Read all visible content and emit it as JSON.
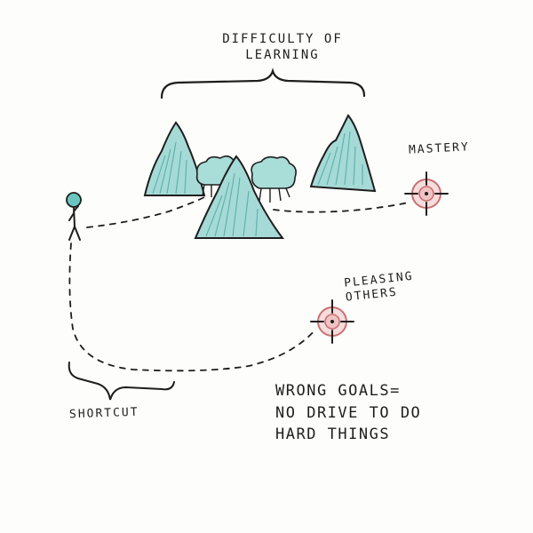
{
  "colors": {
    "ink": "#1e1e1e",
    "mountain": "#9fd6d2",
    "mountain_shade": "#5fb3ae",
    "target": "#e8b0b0",
    "target_ring": "#c97070",
    "figure_head": "#6cc6c0"
  },
  "labels": {
    "difficulty_line1": "DIFFICULTY OF",
    "difficulty_line2": "LEARNING",
    "mastery": "MASTERY",
    "pleasing_line1": "PLEASING",
    "pleasing_line2": "OTHERS",
    "shortcut": "SHORTCUT",
    "wrong_goals_line1": "WRONG GOALS=",
    "wrong_goals_line2": "NO DRIVE TO DO",
    "wrong_goals_line3": "HARD THINGS"
  },
  "icons": {
    "person": "stick-figure-icon",
    "target": "crosshair-target-icon",
    "mountain": "mountain-icon",
    "bush": "bush-icon"
  }
}
